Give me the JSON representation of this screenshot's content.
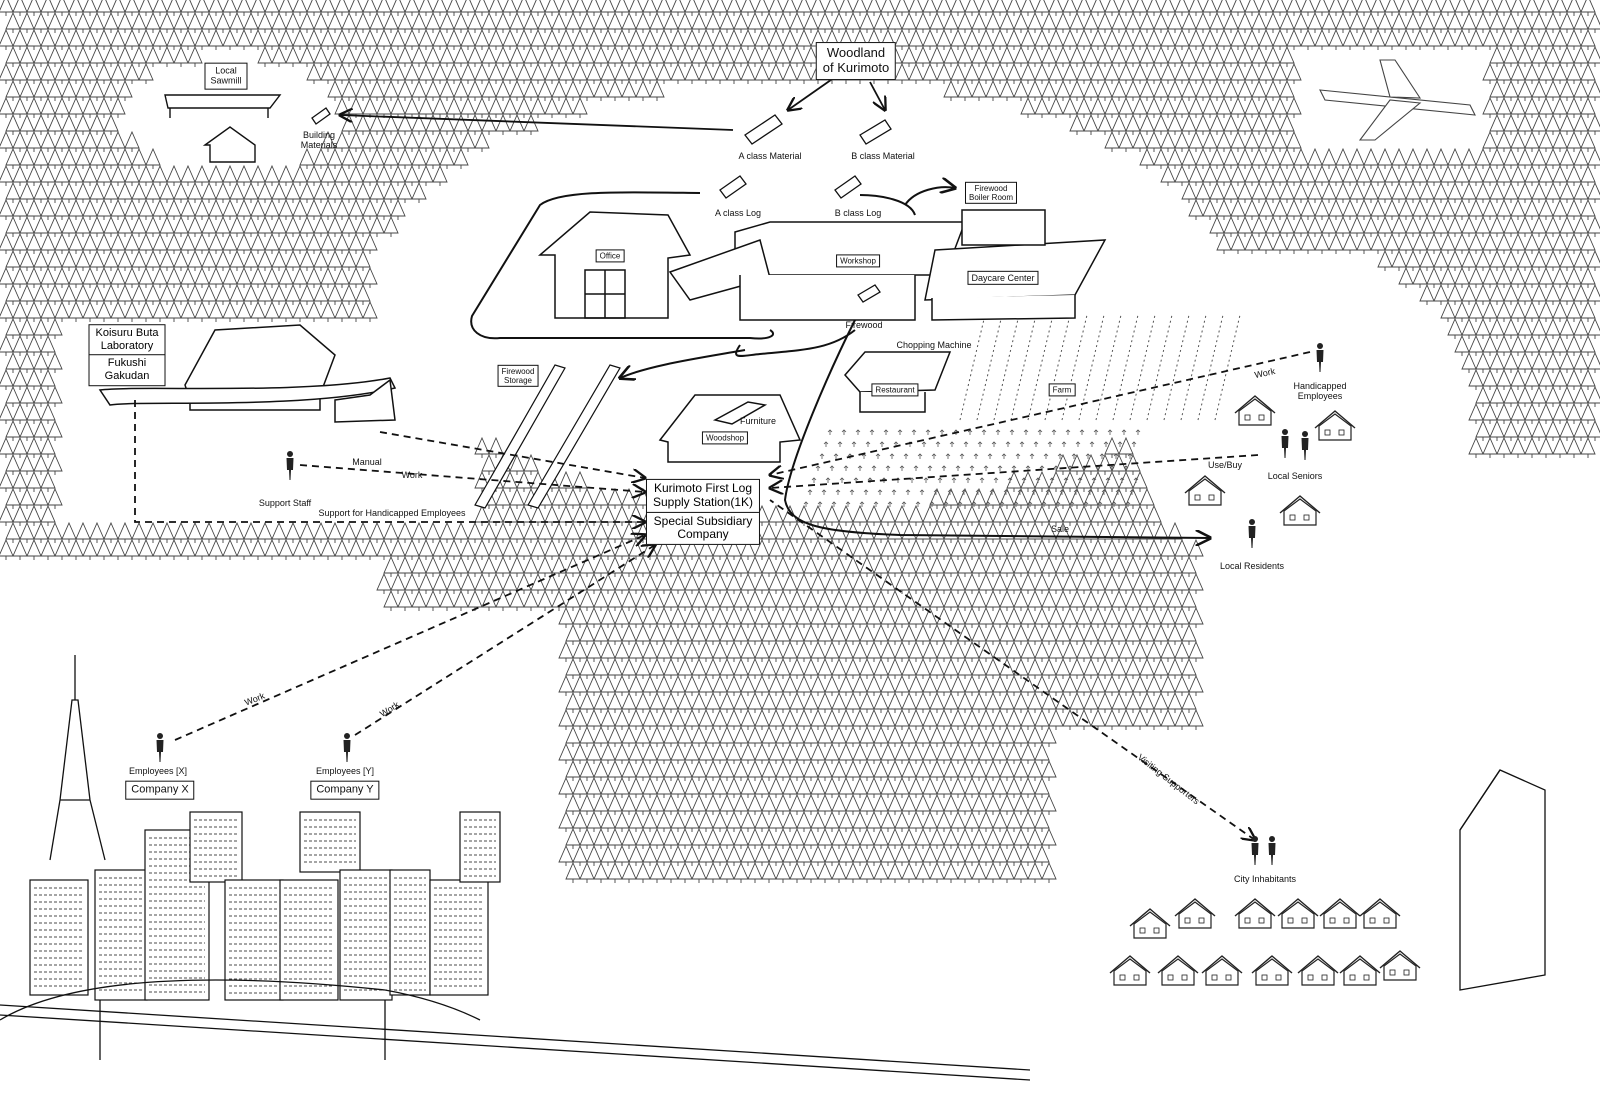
{
  "labels": {
    "woodland": "Woodland\nof Kurimoto",
    "local_sawmill": "Local\nSawmill",
    "building_materials": "Building\nMaterials",
    "a_class_material": "A class Material",
    "b_class_material": "B class Material",
    "a_class_log": "A class Log",
    "b_class_log": "B class Log",
    "firewood_boiler": "Firewood\nBoiler Room",
    "office": "Office",
    "workshop": "Workshop",
    "daycare": "Daycare Center",
    "firewood": "Firewood",
    "chopping_machine": "Chopping Machine",
    "restaurant": "Restaurant",
    "farm": "Farm",
    "koisuru_buta": "Koisuru Buta\nLaboratory",
    "fukushi": "Fukushi\nGakudan",
    "firewood_storage": "Firewood\nStorage",
    "furniture": "Furniture",
    "woodshop": "Woodshop",
    "manual": "Manual",
    "support_staff": "Support Staff",
    "support_handicapped": "Support for Handicapped Employees",
    "kurimoto_station": "Kurimoto First Log\nSupply Station(1K)",
    "special_subsidiary": "Special Subsidiary\nCompany",
    "handicapped_employees": "Handicapped\nEmployees",
    "local_seniors": "Local Seniors",
    "use_buy": "Use/Buy",
    "sale": "Sale",
    "local_residents": "Local Residents",
    "employees_x": "Employees [X]",
    "company_x": "Company X",
    "employees_y": "Employees [Y]",
    "company_y": "Company Y",
    "visiting_supporters": "Visiting Supporters",
    "city_inhabitants": "City Inhabitants",
    "work_1": "Work",
    "work_2": "Work",
    "work_3": "Work",
    "work_4": "Work"
  }
}
